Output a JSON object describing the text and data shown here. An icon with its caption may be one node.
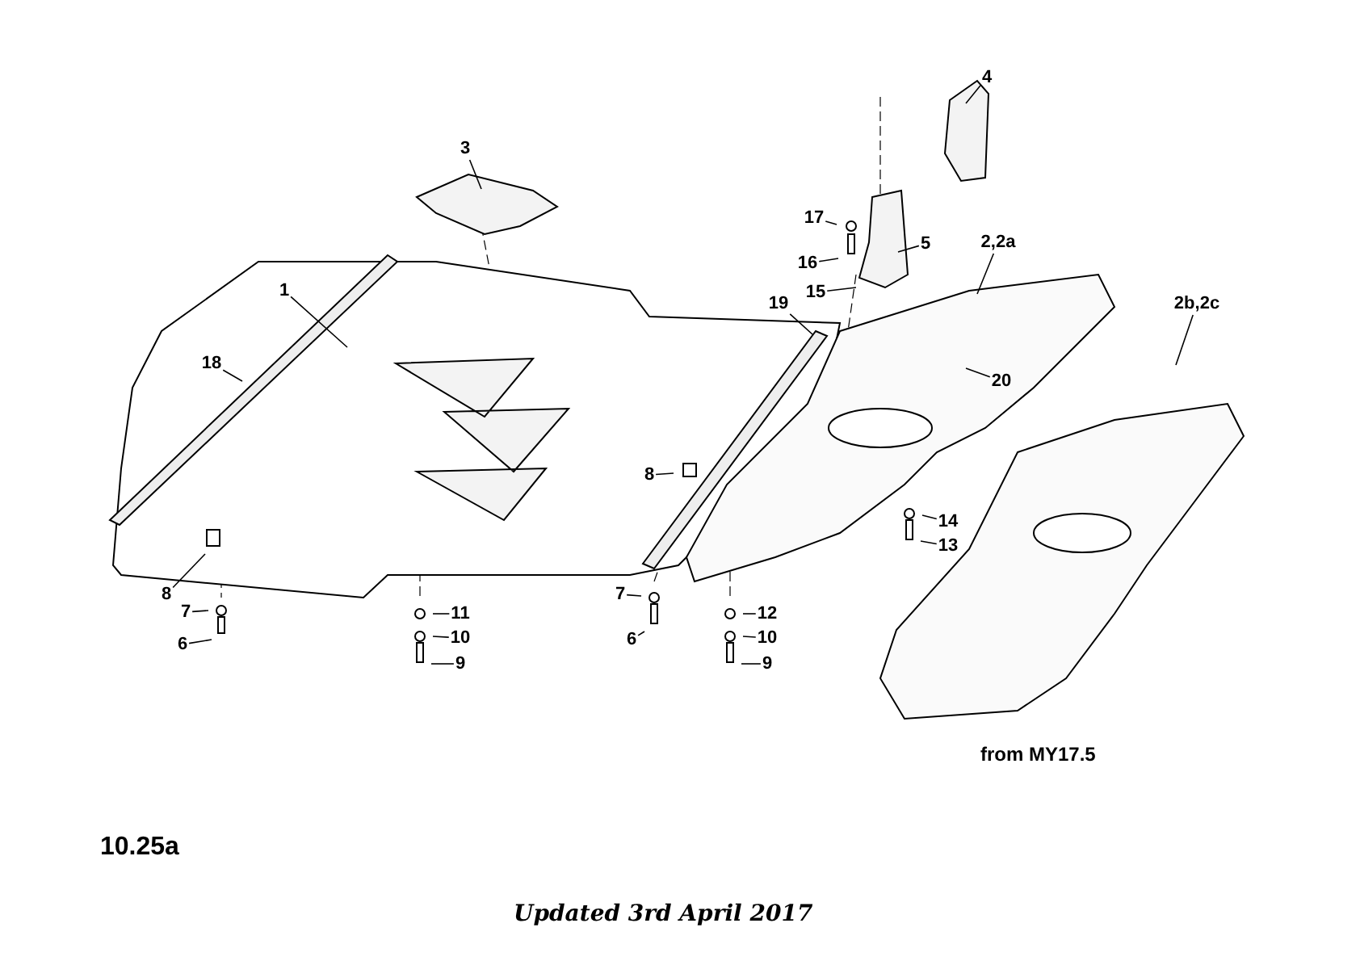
{
  "diagram": {
    "nodes": [
      {
        "text": [
          "4"
        ]
      },
      {
        "text": [
          "3"
        ]
      },
      {
        "text": [
          "17"
        ]
      },
      {
        "text": [
          "2,2a"
        ]
      },
      {
        "text": [
          "5"
        ]
      },
      {
        "text": [
          "16"
        ]
      },
      {
        "text": [
          "15"
        ]
      },
      {
        "text": [
          "1"
        ]
      },
      {
        "text": [
          "2b,2c"
        ]
      },
      {
        "text": [
          "19"
        ]
      },
      {
        "text": [
          "18"
        ]
      },
      {
        "text": [
          "20"
        ]
      },
      {
        "text": [
          "8"
        ]
      },
      {
        "text": [
          "14"
        ]
      },
      {
        "text": [
          "13"
        ]
      },
      {
        "text": [
          "8"
        ]
      },
      {
        "text": [
          "7"
        ]
      },
      {
        "text": [
          "11"
        ]
      },
      {
        "text": [
          "7"
        ]
      },
      {
        "text": [
          "12"
        ]
      },
      {
        "text": [
          "6"
        ]
      },
      {
        "text": [
          "10"
        ]
      },
      {
        "text": [
          "10"
        ]
      },
      {
        "text": [
          "6"
        ]
      },
      {
        "text": [
          "9"
        ]
      },
      {
        "text": [
          "9"
        ]
      }
    ],
    "edges": [
      {
        "from": 0,
        "to": null,
        "arrow": "none"
      },
      {
        "from": 1,
        "to": null,
        "arrow": "none"
      },
      {
        "from": 2,
        "to": null,
        "arrow": "none"
      },
      {
        "from": 3,
        "to": null,
        "arrow": "none"
      },
      {
        "from": 4,
        "to": null,
        "arrow": "none"
      },
      {
        "from": 5,
        "to": null,
        "arrow": "none"
      },
      {
        "from": 6,
        "to": null,
        "arrow": "none"
      },
      {
        "from": 7,
        "to": null,
        "arrow": "none"
      },
      {
        "from": 8,
        "to": null,
        "arrow": "none"
      },
      {
        "from": 9,
        "to": null,
        "arrow": "none"
      },
      {
        "from": 10,
        "to": null,
        "arrow": "none"
      },
      {
        "from": 11,
        "to": null,
        "arrow": "none"
      },
      {
        "from": 12,
        "to": null,
        "arrow": "none"
      },
      {
        "from": 13,
        "to": null,
        "arrow": "none"
      },
      {
        "from": 14,
        "to": null,
        "arrow": "none"
      },
      {
        "from": 15,
        "to": null,
        "arrow": "none"
      },
      {
        "from": 16,
        "to": null,
        "arrow": "none"
      },
      {
        "from": 17,
        "to": null,
        "arrow": "none"
      },
      {
        "from": 18,
        "to": null,
        "arrow": "none"
      },
      {
        "from": 19,
        "to": null,
        "arrow": "none"
      },
      {
        "from": 20,
        "to": null,
        "arrow": "none"
      },
      {
        "from": 21,
        "to": null,
        "arrow": "none"
      },
      {
        "from": 22,
        "to": null,
        "arrow": "none"
      },
      {
        "from": 23,
        "to": null,
        "arrow": "none"
      },
      {
        "from": 24,
        "to": null,
        "arrow": "none"
      },
      {
        "from": 25,
        "to": null,
        "arrow": "none"
      }
    ],
    "labels": [
      "from MY17.5",
      "10.25a",
      "Updated 3rd April 2017"
    ]
  }
}
